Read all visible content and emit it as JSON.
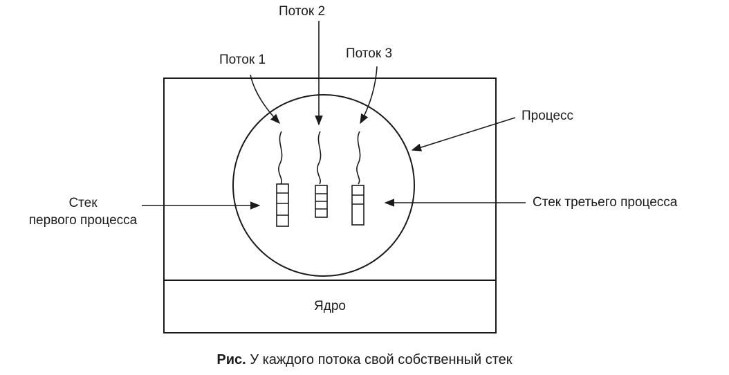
{
  "labels": {
    "thread1": "Поток 1",
    "thread2": "Поток 2",
    "thread3": "Поток 3",
    "process": "Процесс",
    "stack1_line1": "Стек",
    "stack1_line2": "первого процесса",
    "stack3": "Стек третьего процесса",
    "kernel": "Ядро"
  },
  "caption": {
    "prefix": "Рис.",
    "text": "У каждого потока свой собственный стек"
  }
}
